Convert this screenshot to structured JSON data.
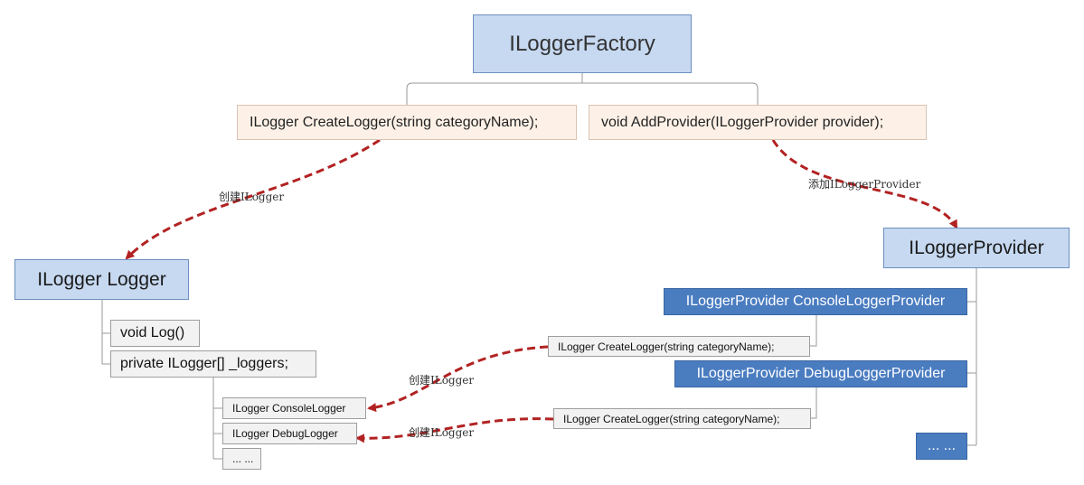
{
  "factory": {
    "title": "ILoggerFactory"
  },
  "factory_methods": {
    "create": "ILogger CreateLogger(string categoryName);",
    "add": "void AddProvider(ILoggerProvider provider);"
  },
  "logger": {
    "title": "ILogger Logger",
    "members": [
      "void Log()",
      "private ILogger[] _loggers;"
    ],
    "items": [
      "ILogger ConsoleLogger",
      "ILogger DebugLogger",
      "... ..."
    ]
  },
  "provider": {
    "title": "ILoggerProvider",
    "items": [
      {
        "name": "ILoggerProvider ConsoleLoggerProvider",
        "method": "ILogger CreateLogger(string categoryName);"
      },
      {
        "name": "ILoggerProvider DebugLoggerProvider",
        "method": "ILogger CreateLogger(string categoryName);"
      }
    ],
    "more": "... ..."
  },
  "arrows": {
    "create_logger": "创建ILogger",
    "add_provider": "添加ILoggerProvider",
    "create_console": "创建ILogger",
    "create_debug": "创建ILogger"
  },
  "colors": {
    "header_fill": "#c6d9f1",
    "method_fill": "#fdf1e7",
    "provider_fill": "#4a7cc0",
    "arrow": "#b22222"
  }
}
